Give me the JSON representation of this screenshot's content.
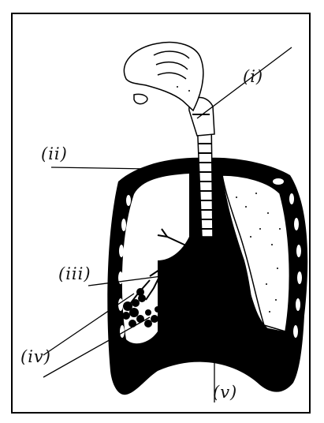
{
  "diagram": {
    "labels": {
      "i": "(i)",
      "ii": "(ii)",
      "iii": "(iii)",
      "iv": "(iv)",
      "v": "(v)"
    },
    "colors": {
      "ink": "#000000",
      "paper": "#ffffff"
    }
  }
}
